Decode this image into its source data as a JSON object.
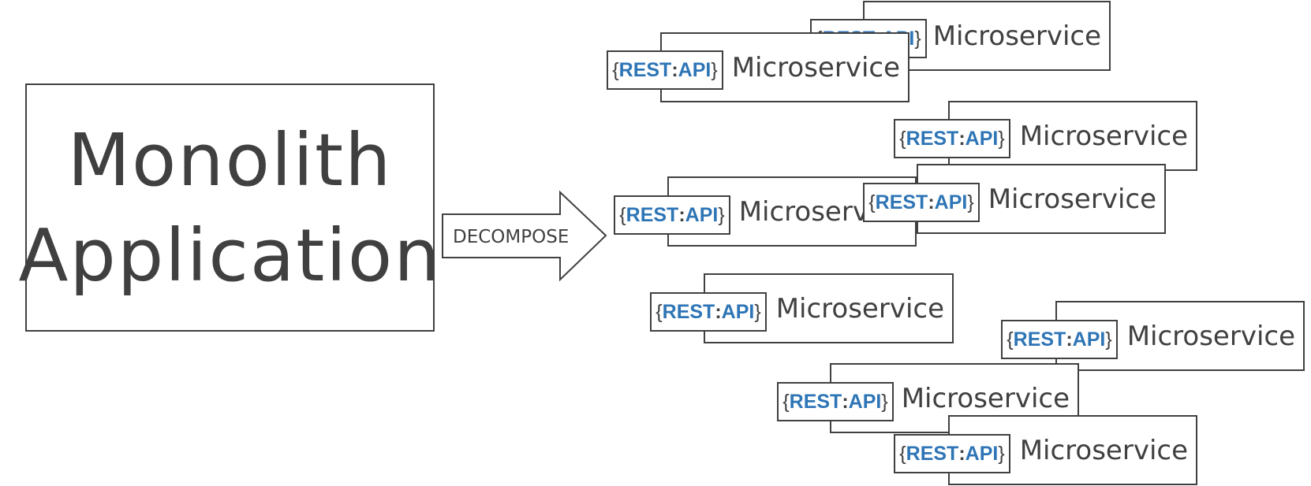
{
  "monolith": {
    "line1": "Monolith",
    "line2": "Application"
  },
  "arrow": {
    "label": "DECOMPOSE"
  },
  "api": {
    "open": "{",
    "rest": "REST",
    "sep": ":",
    "api": "API",
    "close": "}"
  },
  "microservice_label": "Microservice",
  "colors": {
    "border": "#404040",
    "text": "#404040",
    "api_accent": "#2E75B6",
    "background": "#FFFFFF"
  }
}
